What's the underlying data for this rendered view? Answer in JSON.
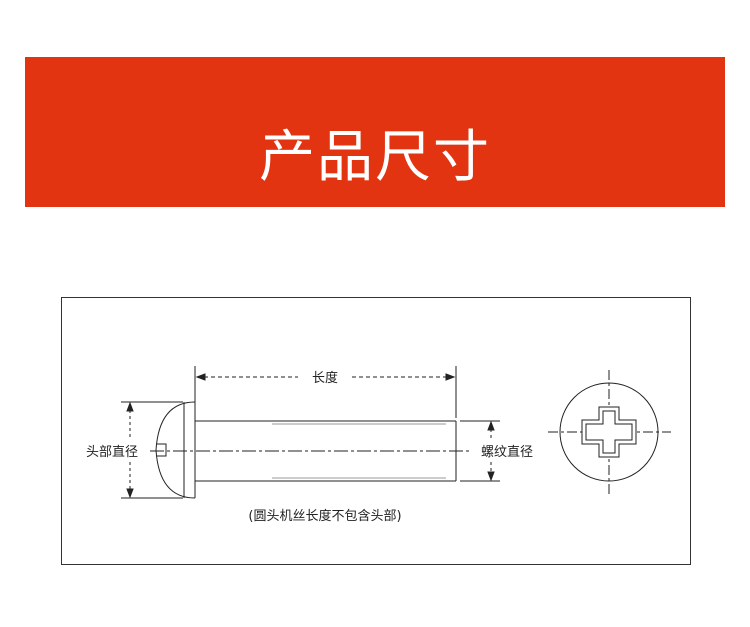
{
  "banner": {
    "title": "产品尺寸",
    "subtitle": "Product size"
  },
  "diagram": {
    "length_label": "长度",
    "head_diameter_label": "头部直径",
    "thread_diameter_label": "螺纹直径",
    "note": "(圆头机丝长度不包含头部)"
  },
  "colors": {
    "banner_bg": "#e23410",
    "line": "#222222"
  }
}
